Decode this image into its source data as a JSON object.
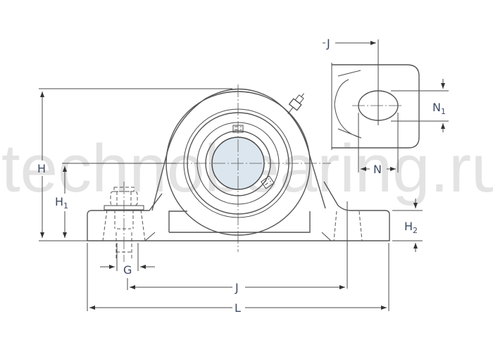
{
  "watermark": "technobearing.ru",
  "colors": {
    "line": "#4a4a4a",
    "label": "#3d4a63",
    "watermark": "#e3e3e3",
    "bore": "#dce6ee"
  },
  "labels": {
    "H": "H",
    "H1": "H",
    "H1_sub": "1",
    "H2": "H",
    "H2_sub": "2",
    "N1": "N",
    "N1_sub": "1",
    "N": "N",
    "J_top": "J",
    "J": "J",
    "G": "G",
    "L": "L"
  }
}
